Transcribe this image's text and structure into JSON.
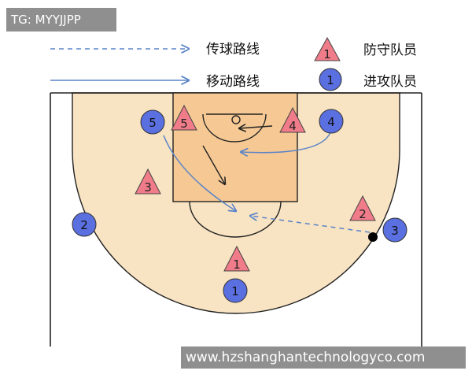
{
  "watermark": {
    "text": "TG: MYYJJPP"
  },
  "footer": {
    "url": "www.hzshanghantechnologyco.com"
  },
  "legend": {
    "pass_route": "传球路线",
    "move_route": "移动路线",
    "defender": {
      "number": "1",
      "label": "防守队员"
    },
    "attacker": {
      "number": "1",
      "label": "进攻队员"
    }
  },
  "players": {
    "attackers": [
      "1",
      "2",
      "3",
      "4",
      "5"
    ],
    "defenders": [
      "1",
      "2",
      "3",
      "4",
      "5"
    ]
  },
  "colors": {
    "court_fill": "#f8e3c2",
    "paint_fill": "#f6c994",
    "attacker_fill": "#5a6fe0",
    "defender_fill": "#f07c8a",
    "route_line": "#5a84c8",
    "ball": "#000000"
  }
}
